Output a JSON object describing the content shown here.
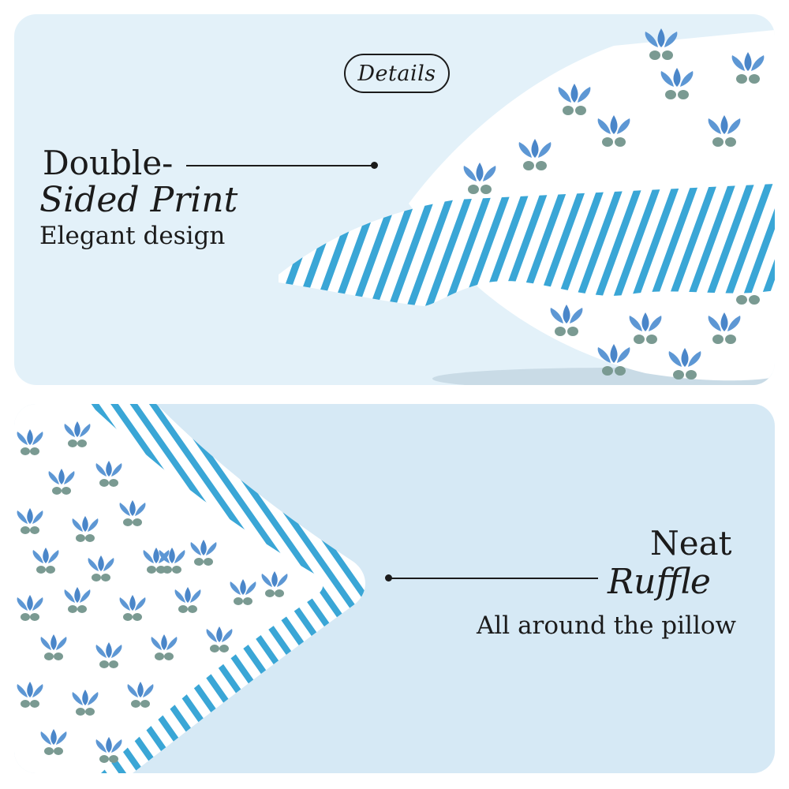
{
  "top": {
    "pill_label": "Details",
    "heading_line1": "Double-",
    "heading_line2": "Sided Print",
    "caption": "Elegant design"
  },
  "bottom": {
    "heading_line1": "Neat",
    "heading_line2": "Ruffle",
    "caption": "All around the pillow"
  },
  "colors": {
    "panel_top": "#e3f1f9",
    "panel_bottom": "#d6e9f5",
    "stripe_blue": "#3aa6d6",
    "lotus_blue": "#4a86c9",
    "leaf_green": "#7a9a92",
    "text": "#1b1b1b"
  }
}
